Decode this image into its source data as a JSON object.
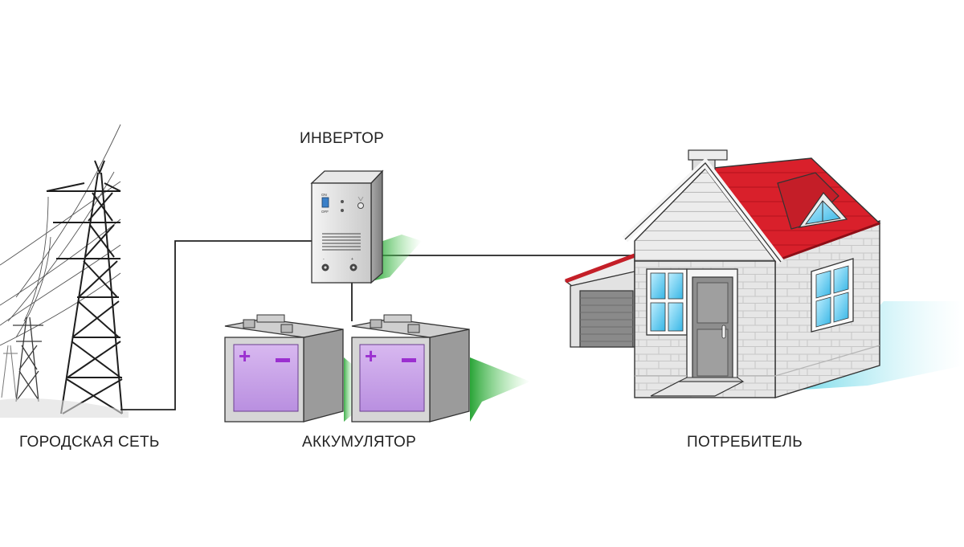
{
  "labels": {
    "inverter": "ИНВЕРТОР",
    "city_grid": "ГОРОДСКАЯ СЕТЬ",
    "battery": "АККУМУЛЯТОР",
    "consumer": "ПОТРЕБИТЕЛЬ"
  },
  "inverter_panel": {
    "switch_on": "ON",
    "switch_off": "OFF"
  },
  "colors": {
    "roof": "#d21f2a",
    "battery_face": "#c9a6e6",
    "battery_sign": "#9b2fd0",
    "shadow_green": "#2fbf3a",
    "shadow_cyan": "#8fe3ef",
    "wire": "#222222"
  },
  "icons": [
    "power-tower-icon",
    "inverter-icon",
    "battery-icon",
    "house-icon"
  ]
}
